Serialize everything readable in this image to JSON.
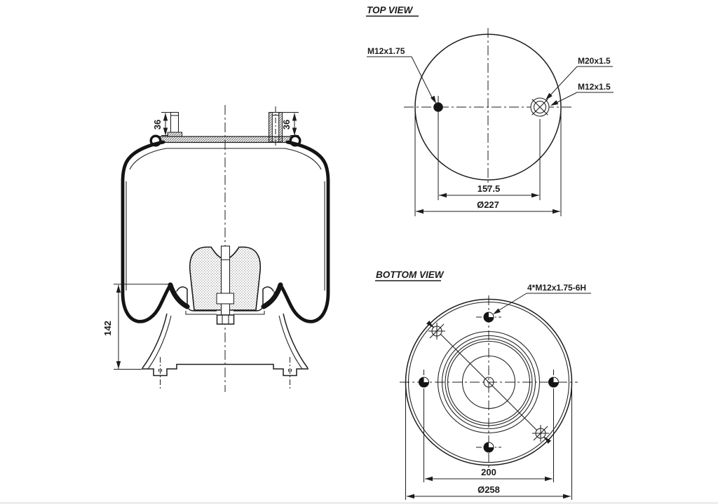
{
  "page": {
    "background": "#ffffff",
    "ink": "#1c1c1c"
  },
  "side_view": {
    "dim_stud_height_left": "36",
    "dim_stud_height_right": "36",
    "dim_piston_height": "142"
  },
  "top_view": {
    "title": "TOP VIEW",
    "label_mounting_stud": "M12x1.75",
    "label_air_fitting": "M20x1.5",
    "label_combi_stud": "M12x1.5",
    "dim_stud_spacing": "157.5",
    "dim_plate_diameter": "Ø227"
  },
  "bottom_view": {
    "title": "BOTTOM VIEW",
    "label_thread_holes": "4*M12x1.75-6H",
    "dim_hole_spacing": "200",
    "dim_base_diameter": "Ø258"
  }
}
